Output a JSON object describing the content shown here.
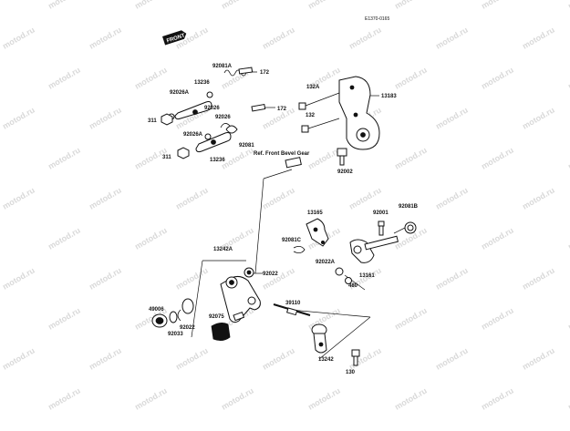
{
  "diagram_code": "E1370-0165",
  "front_badge": "FRONT",
  "watermark": "motod.ru",
  "note": "Ref. Front Bevel Gear",
  "labels": {
    "l_92081A": "92081A",
    "l_172a": "172",
    "l_13236a": "13236",
    "l_92026A_a": "92026A",
    "l_92026a": "92026",
    "l_311a": "311",
    "l_92026b": "92026",
    "l_172b": "172",
    "l_92026A_b": "92026A",
    "l_92081": "92081",
    "l_311b": "311",
    "l_13236b": "13236",
    "l_132A": "132A",
    "l_132": "132",
    "l_13183": "13183",
    "l_92002": "92002",
    "l_13165": "13165",
    "l_92001": "92001",
    "l_92081B": "92081B",
    "l_92081C": "92081C",
    "l_13242A": "13242A",
    "l_92022a": "92022",
    "l_92022A": "92022A",
    "l_480": "480",
    "l_13161": "13161",
    "l_49006": "49006",
    "l_92022b": "92022",
    "l_92033": "92033",
    "l_92075": "92075",
    "l_39110": "39110",
    "l_13242": "13242",
    "l_130": "130"
  }
}
